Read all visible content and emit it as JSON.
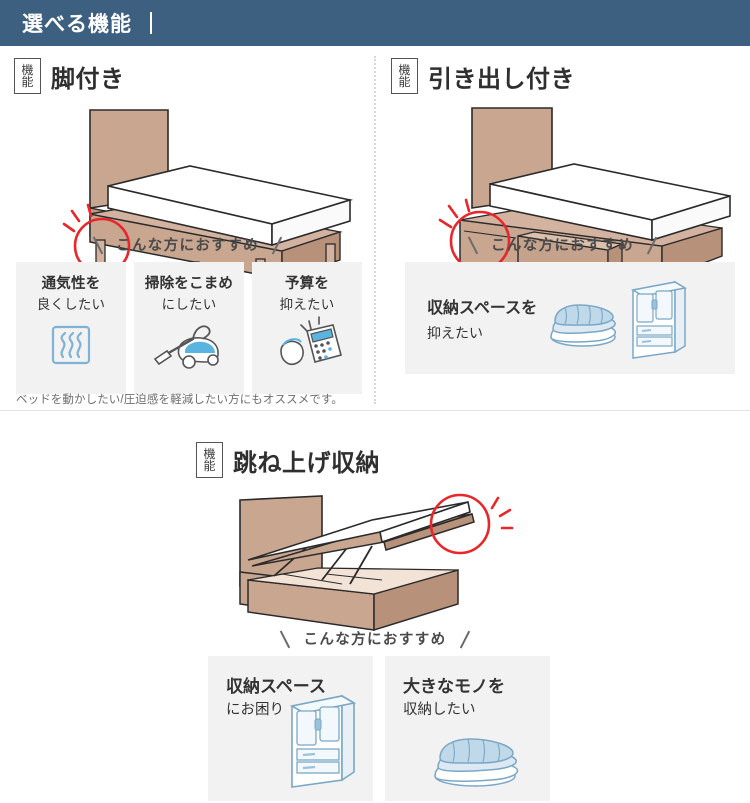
{
  "header": {
    "title": "選べる機能",
    "bar": "|",
    "bg_color": "#3d5f80"
  },
  "theme": {
    "wood": "#c9a690",
    "wood_dark": "#b8917a",
    "wood_light": "#d9bba7",
    "mattress": "#ffffff",
    "outline": "#2b2b2b",
    "accent_red": "#e8262b",
    "illus_blue": "#7ba7c7",
    "card_bg": "#f2f2f2"
  },
  "sections": [
    {
      "badge_top": "機",
      "badge_bottom": "能",
      "title": "脚付き",
      "illustration": "legged-bed",
      "recommend_label": "こんな方におすすめ",
      "cards": [
        {
          "line1": "通気性を",
          "line2": "良くしたい",
          "icon": "ventilation-icon"
        },
        {
          "line1": "掃除をこまめ",
          "line2": "にしたい",
          "icon": "vacuum-cleaner-icon"
        },
        {
          "line1": "予算を",
          "line2": "抑えたい",
          "icon": "calculator-coin-icon"
        }
      ],
      "footnote": "ベッドを動かしたい/圧迫感を軽減したい方にもオススメです。"
    },
    {
      "badge_top": "機",
      "badge_bottom": "能",
      "title": "引き出し付き",
      "illustration": "drawer-bed",
      "recommend_label": "こんな方におすすめ",
      "wide_card": {
        "line1": "収納スペースを",
        "line2": "抑えたい",
        "icons": [
          "futon-stack-icon",
          "wardrobe-icon"
        ]
      }
    },
    {
      "badge_top": "機",
      "badge_bottom": "能",
      "title": "跳ね上げ収納",
      "illustration": "lift-up-bed",
      "recommend_label": "こんな方におすすめ",
      "cards": [
        {
          "line1": "収納スペース",
          "line2": "にお困り",
          "icon": "wardrobe-icon"
        },
        {
          "line1": "大きなモノを",
          "line2": "収納したい",
          "icon": "futon-stack-icon"
        }
      ]
    }
  ]
}
